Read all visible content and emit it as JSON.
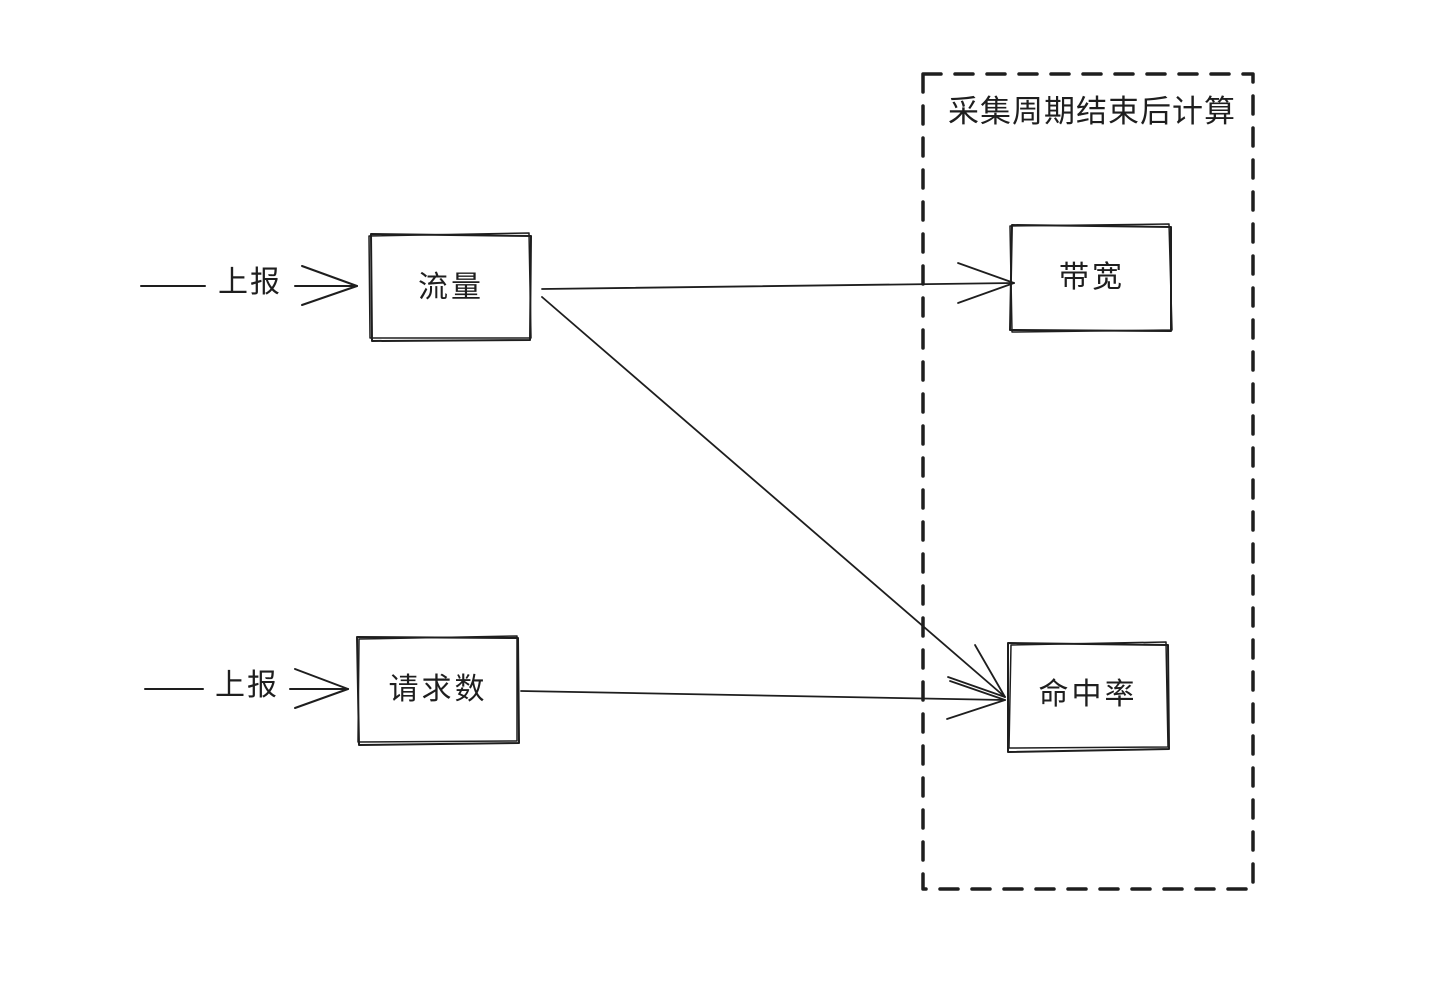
{
  "diagram": {
    "group": {
      "title": "采集周期结束后计算",
      "style": "dashed"
    },
    "inputs": [
      {
        "label": "上报",
        "target": "流量"
      },
      {
        "label": "上报",
        "target": "请求数"
      }
    ],
    "nodes": [
      {
        "id": "traffic",
        "label": "流量"
      },
      {
        "id": "requests",
        "label": "请求数"
      },
      {
        "id": "bandwidth",
        "label": "带宽"
      },
      {
        "id": "hit_rate",
        "label": "命中率"
      }
    ],
    "edges": [
      {
        "from": "流量",
        "to": "带宽"
      },
      {
        "from": "流量",
        "to": "命中率"
      },
      {
        "from": "请求数",
        "to": "命中率"
      }
    ],
    "stroke_color": "#1e1e1e",
    "background": "#ffffff"
  }
}
